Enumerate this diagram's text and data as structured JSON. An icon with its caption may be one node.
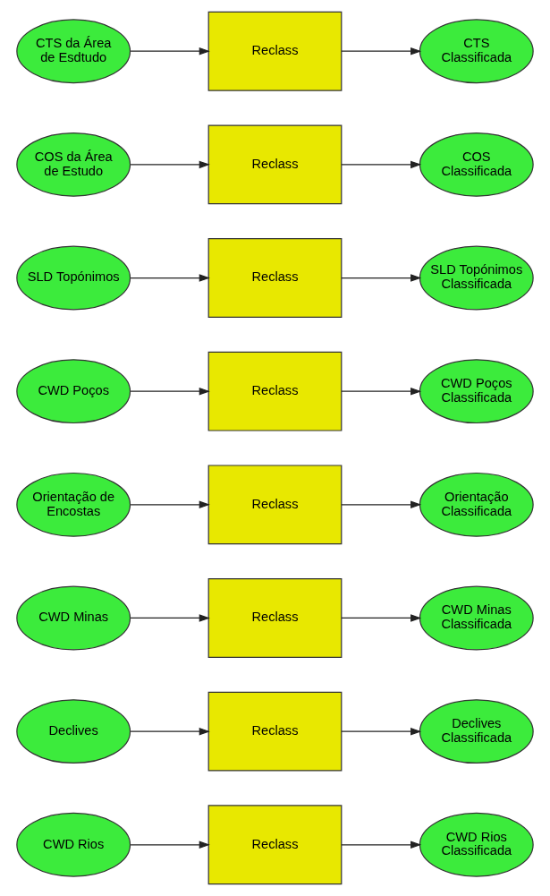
{
  "diagram": {
    "nodes": [
      {
        "text": [
          "CWD Rios"
        ]
      },
      {
        "text": [
          "Reclass"
        ]
      },
      {
        "text": [
          "CWD Rios Classificada"
        ]
      },
      {
        "text": [
          "Declives"
        ]
      },
      {
        "text": [
          "Reclass"
        ]
      },
      {
        "text": [
          "Declives Classificada"
        ]
      },
      {
        "text": [
          "CWD Minas"
        ]
      },
      {
        "text": [
          "Reclass"
        ]
      },
      {
        "text": [
          "CWD Minas Classificada"
        ]
      },
      {
        "text": [
          "Orientação de Encostas"
        ]
      },
      {
        "text": [
          "Reclass"
        ]
      },
      {
        "text": [
          "Orientação Classificada"
        ]
      },
      {
        "text": [
          "CWD Poços"
        ]
      },
      {
        "text": [
          "Reclass"
        ]
      },
      {
        "text": [
          "CWD Poços Classificada"
        ]
      },
      {
        "text": [
          "SLD Topónimos"
        ]
      },
      {
        "text": [
          "Reclass"
        ]
      },
      {
        "text": [
          "SLD Topónimos Classificada"
        ]
      },
      {
        "text": [
          "COS da Área de Estudo"
        ]
      },
      {
        "text": [
          "Reclass"
        ]
      },
      {
        "text": [
          "COS Classificada"
        ]
      },
      {
        "text": [
          "CTS da Área de Esdtudo"
        ]
      },
      {
        "text": [
          "Reclass"
        ]
      },
      {
        "text": [
          "CTS Classificada"
        ]
      }
    ],
    "edges": [
      {
        "from": 0,
        "to": 1,
        "arrow": "to"
      },
      {
        "from": 1,
        "to": 2,
        "arrow": "to"
      },
      {
        "from": 3,
        "to": 4,
        "arrow": "to"
      },
      {
        "from": 4,
        "to": 5,
        "arrow": "to"
      },
      {
        "from": 6,
        "to": 7,
        "arrow": "to"
      },
      {
        "from": 7,
        "to": 8,
        "arrow": "to"
      },
      {
        "from": 9,
        "to": 10,
        "arrow": "to"
      },
      {
        "from": 10,
        "to": 11,
        "arrow": "to"
      },
      {
        "from": 12,
        "to": 13,
        "arrow": "to"
      },
      {
        "from": 13,
        "to": 14,
        "arrow": "to"
      },
      {
        "from": 15,
        "to": 16,
        "arrow": "to"
      },
      {
        "from": 16,
        "to": 17,
        "arrow": "to"
      },
      {
        "from": 18,
        "to": 19,
        "arrow": "to"
      },
      {
        "from": 19,
        "to": 20,
        "arrow": "to"
      },
      {
        "from": 21,
        "to": 22,
        "arrow": "to"
      },
      {
        "from": 22,
        "to": 23,
        "arrow": "to"
      }
    ]
  }
}
